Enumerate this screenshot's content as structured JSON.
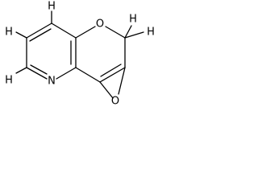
{
  "molecule": {
    "atoms": {
      "h_top_left": "H",
      "h_left": "H",
      "h_bottom_left": "H",
      "h_top_right": "H",
      "h_right": "H",
      "n_ring": "N",
      "o_pyran": "O",
      "o_epoxide": "O"
    }
  }
}
